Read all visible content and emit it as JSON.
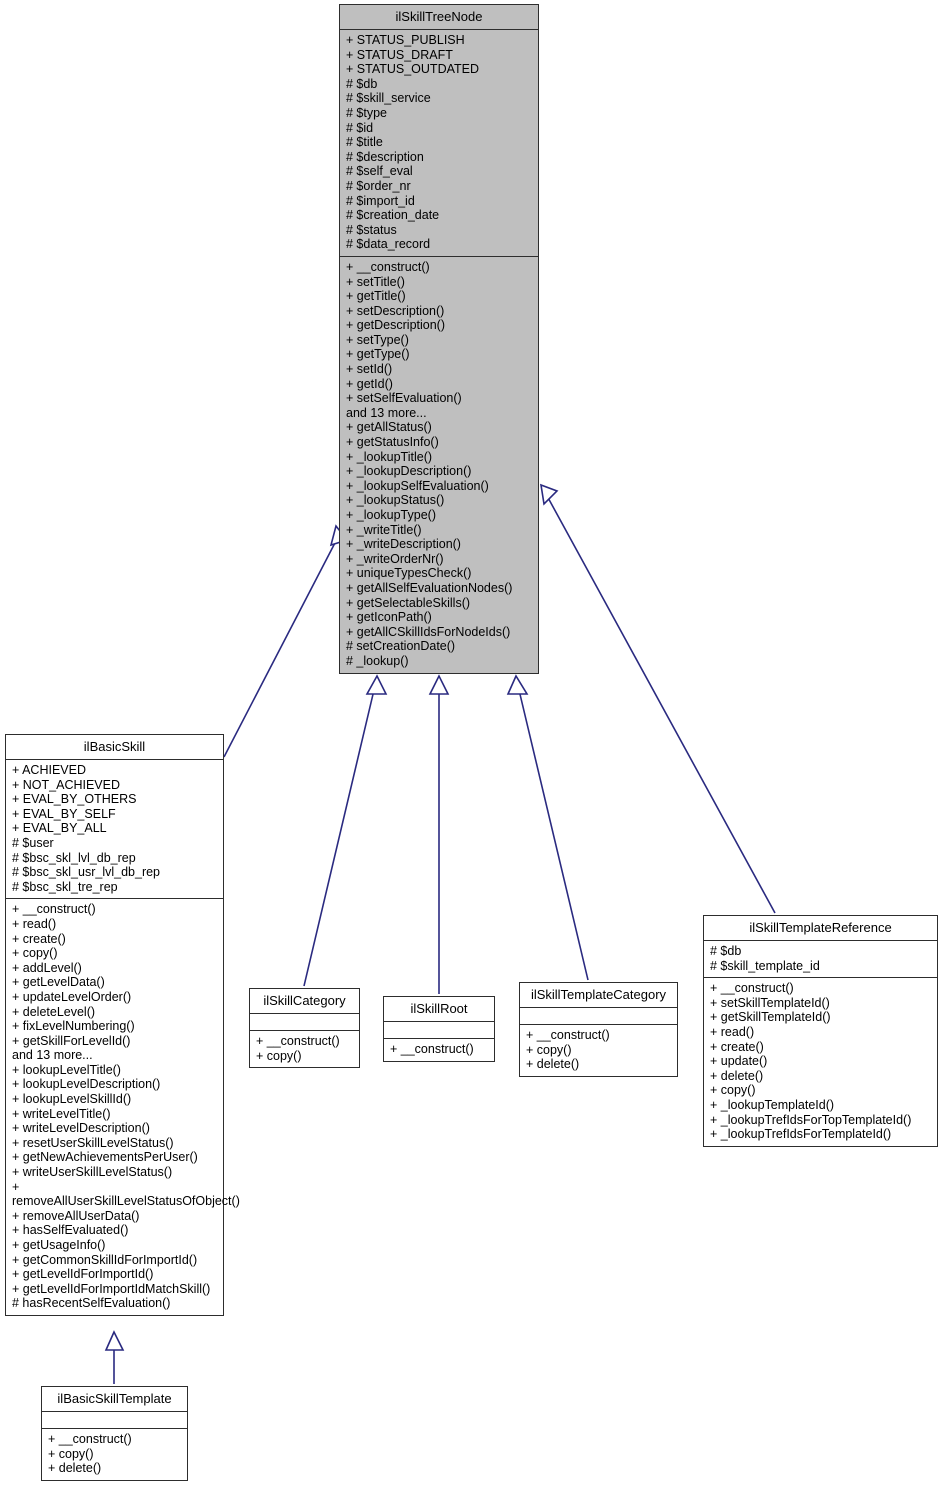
{
  "diagram": {
    "title": "ilSkillTreeNode inheritance diagram",
    "kind": "uml-class-diagram",
    "colors": {
      "box_border": "#2d2d2d",
      "box_fill_root": "#bfbfbf",
      "box_fill_other": "#ffffff",
      "edge": "#2a2a80",
      "background": "#ffffff",
      "text": "#000000"
    }
  },
  "classes": {
    "ilSkillTreeNode": {
      "name": "ilSkillTreeNode",
      "attributes": [
        "+ STATUS_PUBLISH",
        "+ STATUS_DRAFT",
        "+ STATUS_OUTDATED",
        "# $db",
        "# $skill_service",
        "# $type",
        "# $id",
        "# $title",
        "# $description",
        "# $self_eval",
        "# $order_nr",
        "# $import_id",
        "# $creation_date",
        "# $status",
        "# $data_record"
      ],
      "operations": [
        "+ __construct()",
        "+ setTitle()",
        "+ getTitle()",
        "+ setDescription()",
        "+ getDescription()",
        "+ setType()",
        "+ getType()",
        "+ setId()",
        "+ getId()",
        "+ setSelfEvaluation()",
        "and 13 more...",
        "+ getAllStatus()",
        "+ getStatusInfo()",
        "+ _lookupTitle()",
        "+ _lookupDescription()",
        "+ _lookupSelfEvaluation()",
        "+ _lookupStatus()",
        "+ _lookupType()",
        "+ _writeTitle()",
        "+ _writeDescription()",
        "+ _writeOrderNr()",
        "+ uniqueTypesCheck()",
        "+ getAllSelfEvaluationNodes()",
        "+ getSelectableSkills()",
        "+ getIconPath()",
        "+ getAllCSkillIdsForNodeIds()",
        "# setCreationDate()",
        "# _lookup()"
      ]
    },
    "ilBasicSkill": {
      "name": "ilBasicSkill",
      "attributes": [
        "+ ACHIEVED",
        "+ NOT_ACHIEVED",
        "+ EVAL_BY_OTHERS",
        "+ EVAL_BY_SELF",
        "+ EVAL_BY_ALL",
        "# $user",
        "# $bsc_skl_lvl_db_rep",
        "# $bsc_skl_usr_lvl_db_rep",
        "# $bsc_skl_tre_rep"
      ],
      "operations": [
        "+ __construct()",
        "+ read()",
        "+ create()",
        "+ copy()",
        "+ addLevel()",
        "+ getLevelData()",
        "+ updateLevelOrder()",
        "+ deleteLevel()",
        "+ fixLevelNumbering()",
        "+ getSkillForLevelId()",
        "and 13 more...",
        "+ lookupLevelTitle()",
        "+ lookupLevelDescription()",
        "+ lookupLevelSkillId()",
        "+ writeLevelTitle()",
        "+ writeLevelDescription()",
        "+ resetUserSkillLevelStatus()",
        "+ getNewAchievementsPerUser()",
        "+ writeUserSkillLevelStatus()",
        "+ removeAllUserSkillLevelStatusOfObject()",
        "+ removeAllUserData()",
        "+ hasSelfEvaluated()",
        "+ getUsageInfo()",
        "+ getCommonSkillIdForImportId()",
        "+ getLevelIdForImportId()",
        "+ getLevelIdForImportIdMatchSkill()",
        "# hasRecentSelfEvaluation()"
      ]
    },
    "ilSkillCategory": {
      "name": "ilSkillCategory",
      "attributes": [],
      "operations": [
        "+ __construct()",
        "+ copy()"
      ]
    },
    "ilSkillRoot": {
      "name": "ilSkillRoot",
      "attributes": [],
      "operations": [
        "+ __construct()"
      ]
    },
    "ilSkillTemplateCategory": {
      "name": "ilSkillTemplateCategory",
      "attributes": [],
      "operations": [
        "+ __construct()",
        "+ copy()",
        "+ delete()"
      ]
    },
    "ilSkillTemplateReference": {
      "name": "ilSkillTemplateReference",
      "attributes": [
        "# $db",
        "# $skill_template_id"
      ],
      "operations": [
        "+ __construct()",
        "+ setSkillTemplateId()",
        "+ getSkillTemplateId()",
        "+ read()",
        "+ create()",
        "+ update()",
        "+ delete()",
        "+ copy()",
        "+ _lookupTemplateId()",
        "+ _lookupTrefIdsForTopTemplateId()",
        "+ _lookupTrefIdsForTemplateId()"
      ]
    },
    "ilBasicSkillTemplate": {
      "name": "ilBasicSkillTemplate",
      "attributes": [],
      "operations": [
        "+ __construct()",
        "+ copy()",
        "+ delete()"
      ]
    }
  },
  "relations": [
    {
      "from": "ilBasicSkill",
      "to": "ilSkillTreeNode",
      "type": "generalization"
    },
    {
      "from": "ilSkillCategory",
      "to": "ilSkillTreeNode",
      "type": "generalization"
    },
    {
      "from": "ilSkillRoot",
      "to": "ilSkillTreeNode",
      "type": "generalization"
    },
    {
      "from": "ilSkillTemplateCategory",
      "to": "ilSkillTreeNode",
      "type": "generalization"
    },
    {
      "from": "ilSkillTemplateReference",
      "to": "ilSkillTreeNode",
      "type": "generalization"
    },
    {
      "from": "ilBasicSkillTemplate",
      "to": "ilBasicSkill",
      "type": "generalization"
    }
  ]
}
